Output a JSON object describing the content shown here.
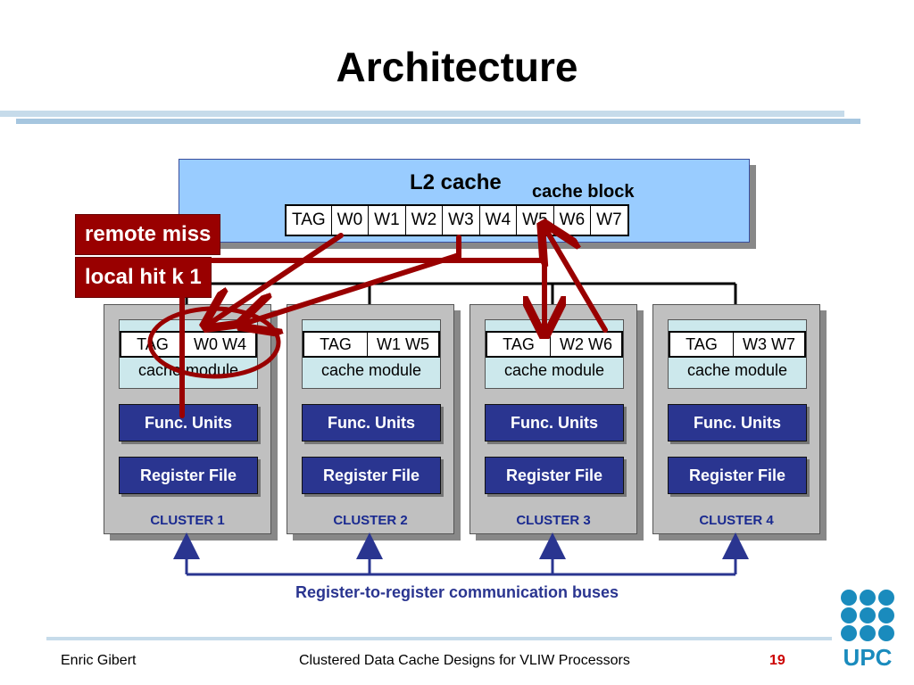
{
  "slide": {
    "title": "Architecture",
    "footer_author": "Enric Gibert",
    "footer_talk": "Clustered Data Cache Designs for VLIW Processors",
    "page_number": "19",
    "logo_text": "UPC"
  },
  "l2": {
    "title": "L2 cache",
    "block_label": "cache block",
    "cells": [
      "TAG",
      "W0",
      "W1",
      "W2",
      "W3",
      "W4",
      "W5",
      "W6",
      "W7"
    ]
  },
  "labels": {
    "remote_miss": "remote miss",
    "local_hit": "local hit",
    "local_hit_suffix": "k 1",
    "bus": "Register-to-register communication buses"
  },
  "clusters": [
    {
      "tag": "TAG",
      "words": "W0  W4",
      "module": "cache module",
      "fu": "Func. Units",
      "rf": "Register File",
      "name": "CLUSTER 1"
    },
    {
      "tag": "TAG",
      "words": "W1  W5",
      "module": "cache module",
      "fu": "Func. Units",
      "rf": "Register File",
      "name": "CLUSTER 2"
    },
    {
      "tag": "TAG",
      "words": "W2  W6",
      "module": "cache module",
      "fu": "Func. Units",
      "rf": "Register File",
      "name": "CLUSTER 3"
    },
    {
      "tag": "TAG",
      "words": "W3  W7",
      "module": "cache module",
      "fu": "Func. Units",
      "rf": "Register File",
      "name": "CLUSTER 4"
    }
  ],
  "colors": {
    "l2_fill": "#99ccff",
    "arrow_red": "#990000",
    "bus_blue": "#2a3590",
    "unit_fill": "#2a3590"
  }
}
